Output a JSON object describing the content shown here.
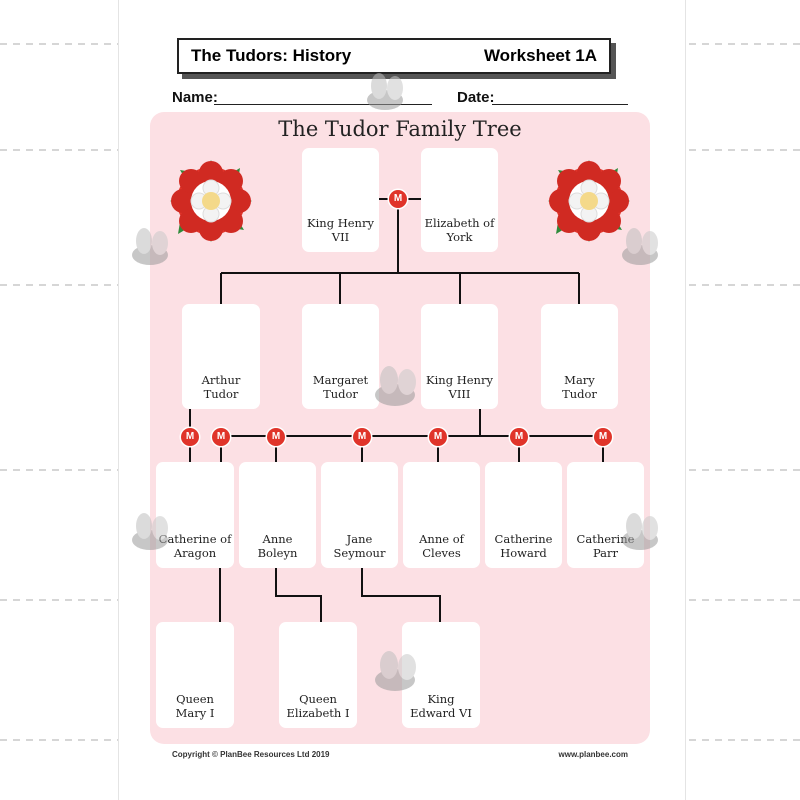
{
  "header": {
    "title": "The Tudors: History",
    "worksheet": "Worksheet 1A"
  },
  "fields": {
    "name_label": "Name:",
    "date_label": "Date:"
  },
  "tree": {
    "title": "The Tudor Family Tree",
    "marriage_badge": "M",
    "gen1": [
      {
        "name": "King Henry\nVII"
      },
      {
        "name": "Elizabeth of\nYork"
      }
    ],
    "gen2": [
      {
        "name": "Arthur\nTudor"
      },
      {
        "name": "Margaret\nTudor"
      },
      {
        "name": "King Henry\nVIII"
      },
      {
        "name": "Mary\nTudor"
      }
    ],
    "wives": [
      {
        "name": "Catherine of\nAragon"
      },
      {
        "name": "Anne\nBoleyn"
      },
      {
        "name": "Jane\nSeymour"
      },
      {
        "name": "Anne of\nCleves"
      },
      {
        "name": "Catherine\nHoward"
      },
      {
        "name": "Catherine\nParr"
      }
    ],
    "children": [
      {
        "name": "Queen\nMary I"
      },
      {
        "name": "Queen\nElizabeth I"
      },
      {
        "name": "King\nEdward VI"
      }
    ]
  },
  "footer": {
    "copyright": "Copyright © PlanBee Resources Ltd 2019",
    "website": "www.planbee.com"
  },
  "colors": {
    "panel": "#fce0e4",
    "badge": "#e0342a",
    "rose_red": "#e0342a"
  },
  "icons": [
    "tudor-rose-icon",
    "bee-watermark-icon"
  ]
}
